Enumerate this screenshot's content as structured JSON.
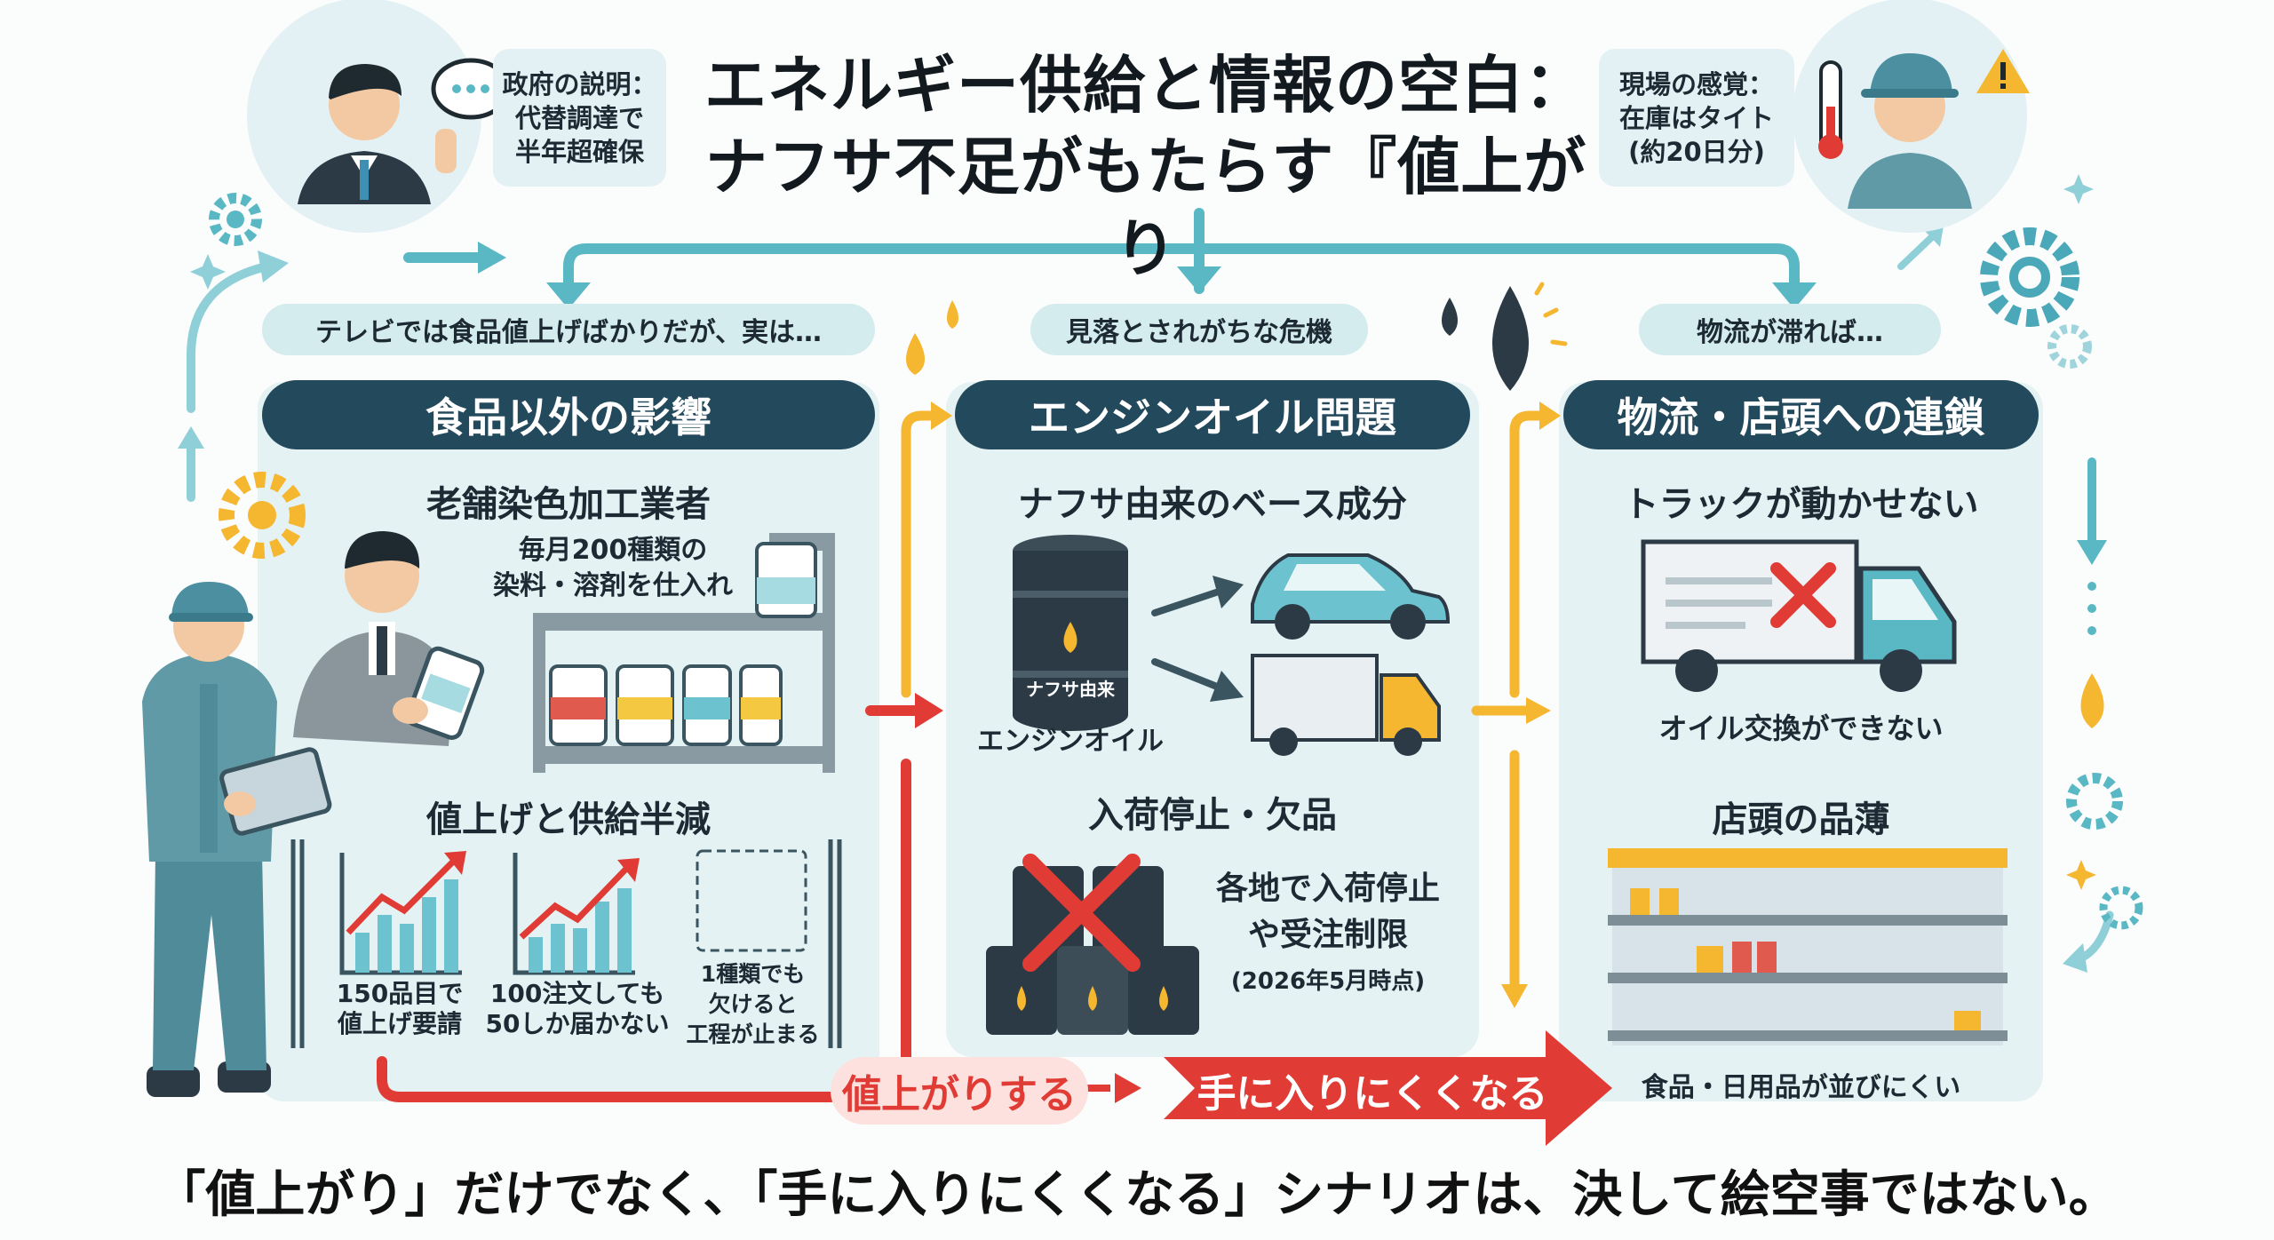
{
  "title": {
    "line1": "エネルギー供給と情報の空白：",
    "line2": "ナフサ不足がもたらす『値上がり"
  },
  "gov": {
    "line1": "政府の説明：",
    "line2": "代替調達で",
    "line3": "半年超確保"
  },
  "field": {
    "line1": "現場の感覚：",
    "line2": "在庫はタイト",
    "line3": "(約20日分)"
  },
  "left": {
    "pill": "テレビでは食品値上げばかりだが、実は…",
    "header": "食品以外の影響",
    "sub1": "老舗染色加工業者",
    "buy_line1": "毎月200種類の",
    "buy_line2": "染料・溶剤を仕入れ",
    "sub2": "値上げと供給半減",
    "c1_line1": "150品目で",
    "c1_line2": "値上げ要請",
    "c2_line1": "100注文しても",
    "c2_line2": "50しか届かない",
    "c3_line1": "1種類でも",
    "c3_line2": "欠けると",
    "c3_line3": "工程が止まる"
  },
  "mid": {
    "pill": "見落とされがちな危機",
    "header": "エンジンオイル問題",
    "sub1": "ナフサ由来のベース成分",
    "barrel_label": "ナフサ由来",
    "oil_label": "エンジンオイル",
    "sub2": "入荷停止・欠品",
    "stop_line1": "各地で入荷停止",
    "stop_line2": "や受注制限",
    "stop_date": "(2026年5月時点)"
  },
  "right": {
    "pill": "物流が滞れば…",
    "header": "物流・店頭への連鎖",
    "sub1": "トラックが動かせない",
    "oil_change": "オイル交換ができない",
    "sub2": "店頭の品薄",
    "shelf_caption": "食品・日用品が並びにくい"
  },
  "flow": {
    "price_up": "値上がりする",
    "hard_to_get": "手に入りにくくなる"
  },
  "footer": "「値上がり」だけでなく、「手に入りにくくなる」シナリオは、決して絵空事ではない。",
  "colors": {
    "teal": "#5ab8c4",
    "navy": "#23495c",
    "red": "#e03b34",
    "yellow": "#f5b630",
    "panel": "#e4f2f4"
  }
}
